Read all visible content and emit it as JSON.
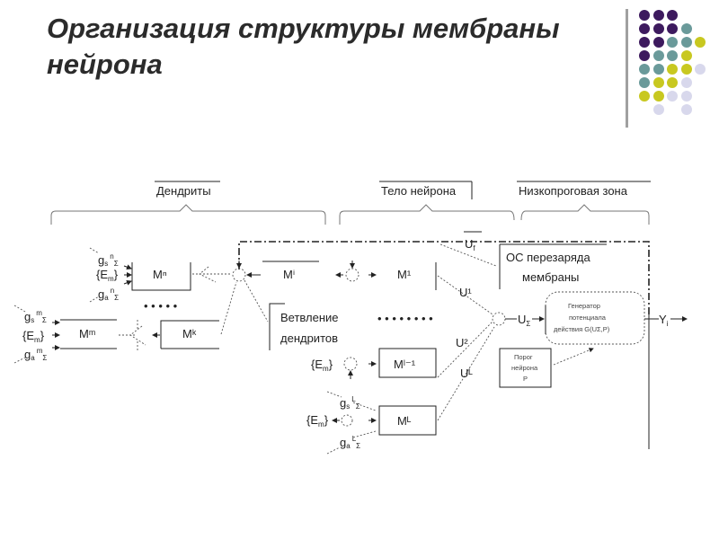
{
  "slide": {
    "title_line1": "Организация структуры мембраны",
    "title_line2": "нейрона"
  },
  "decor": {
    "colors": {
      "purple": "#3d1a5e",
      "teal": "#6a9a9a",
      "yellow": "#c8c820",
      "lavender": "#d8d8ec"
    },
    "dot_grid": [
      [
        "purple",
        "purple",
        "purple",
        "",
        ""
      ],
      [
        "purple",
        "purple",
        "purple",
        "teal",
        ""
      ],
      [
        "purple",
        "purple",
        "teal",
        "teal",
        "yellow"
      ],
      [
        "purple",
        "teal",
        "teal",
        "yellow",
        ""
      ],
      [
        "teal",
        "teal",
        "yellow",
        "yellow",
        "lavender"
      ],
      [
        "teal",
        "yellow",
        "yellow",
        "lavender",
        ""
      ],
      [
        "yellow",
        "yellow",
        "lavender",
        "lavender",
        ""
      ],
      [
        "",
        "lavender",
        "",
        "lavender",
        ""
      ]
    ]
  },
  "diagram": {
    "sections": {
      "dendrites": "Дендриты",
      "body": "Тело нейрона",
      "low_threshold": "Низкопроговая зона"
    },
    "symbols": {
      "g": "g",
      "s": "s",
      "a": "a",
      "sigma": "Σ",
      "em": "{E",
      "m": "m",
      "close": "}",
      "n": "n",
      "mm": "m",
      "L": "L"
    },
    "blocks": {
      "Mn": "Mⁿ",
      "Mi": "Mⁱ",
      "M1": "M¹",
      "Mm": "Mᵐ",
      "Mk": "Mᵏ",
      "Ml1": "Mˡ⁻¹",
      "ML": "Mᴸ"
    },
    "branching_line1": "Ветвление",
    "branching_line2": "дендритов",
    "feedback_line1": "ОС перезаряда",
    "feedback_line2": "мембраны",
    "signals": {
      "Uf_base": "U",
      "Uf_sub": "f",
      "U1": "U¹",
      "U2": "U²",
      "UL": "Uᴸ",
      "Usum_base": "U",
      "Usum_sub": "Σ",
      "Y_base": "Y",
      "Y_sub": "i"
    },
    "generator": [
      "Генератор",
      "потенциала",
      "действия G(UΣ,P)"
    ],
    "threshold": [
      "Порог",
      "нейрона",
      "P"
    ],
    "ellipsis": "• • • • •",
    "ellipsis2": "• • • • • • • •"
  }
}
